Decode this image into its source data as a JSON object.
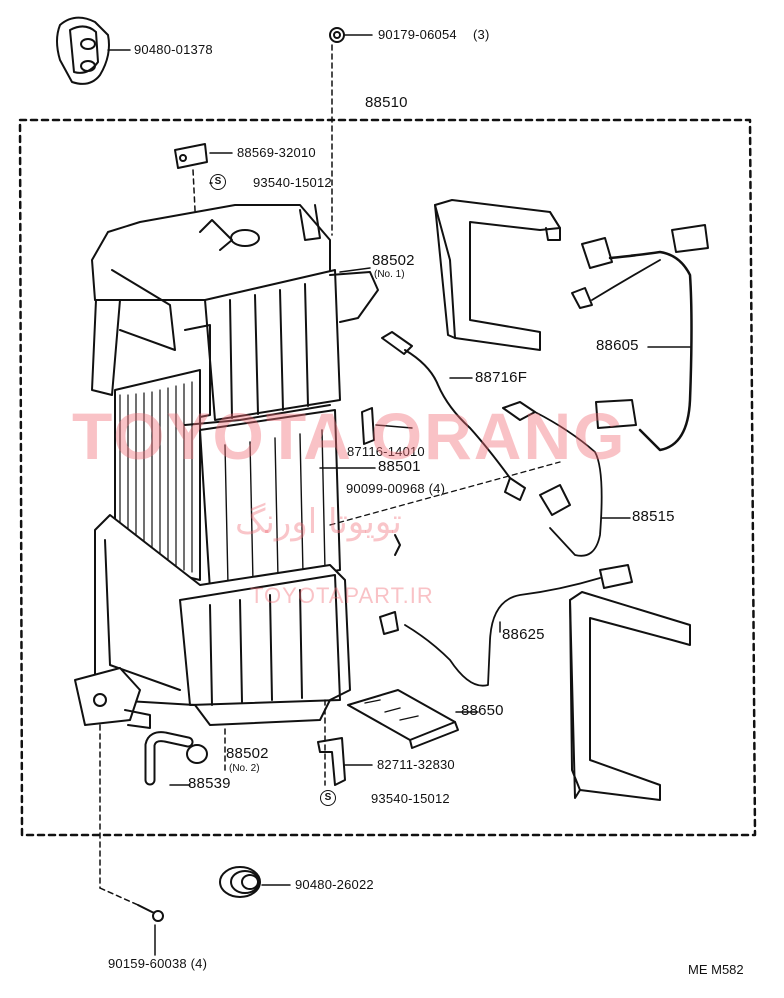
{
  "parts": {
    "p90480_01378": "90480-01378",
    "p90179_06054": "90179-06054",
    "p90179_06054_qty": "(3)",
    "p88510": "88510",
    "p88569_32010": "88569-32010",
    "p93540_15012_top": "93540-15012",
    "p88502_no1": "88502",
    "p88502_no1_sub": "(No. 1)",
    "p88605": "88605",
    "p88716f": "88716F",
    "p87116_14010": "87116-14010",
    "p88501": "88501",
    "p90099_00968": "90099-00968 (4)",
    "p88515": "88515",
    "p88625": "88625",
    "p88650": "88650",
    "p88502_no2": "88502",
    "p88502_no2_sub": "(No. 2)",
    "p82711_32830": "82711-32830",
    "p88539": "88539",
    "p93540_15012_bot": "93540-15012",
    "p90480_26022": "90480-26022",
    "p90159_60038": "90159-60038 (4)",
    "s_symbol": "S"
  },
  "watermark": {
    "main": "TOYOTA ORANG",
    "farsi": "تویوتا اورنگ",
    "site": "TOYOTAPART.IR",
    "color": "#f06e78"
  },
  "diagram_code": "ME M582"
}
